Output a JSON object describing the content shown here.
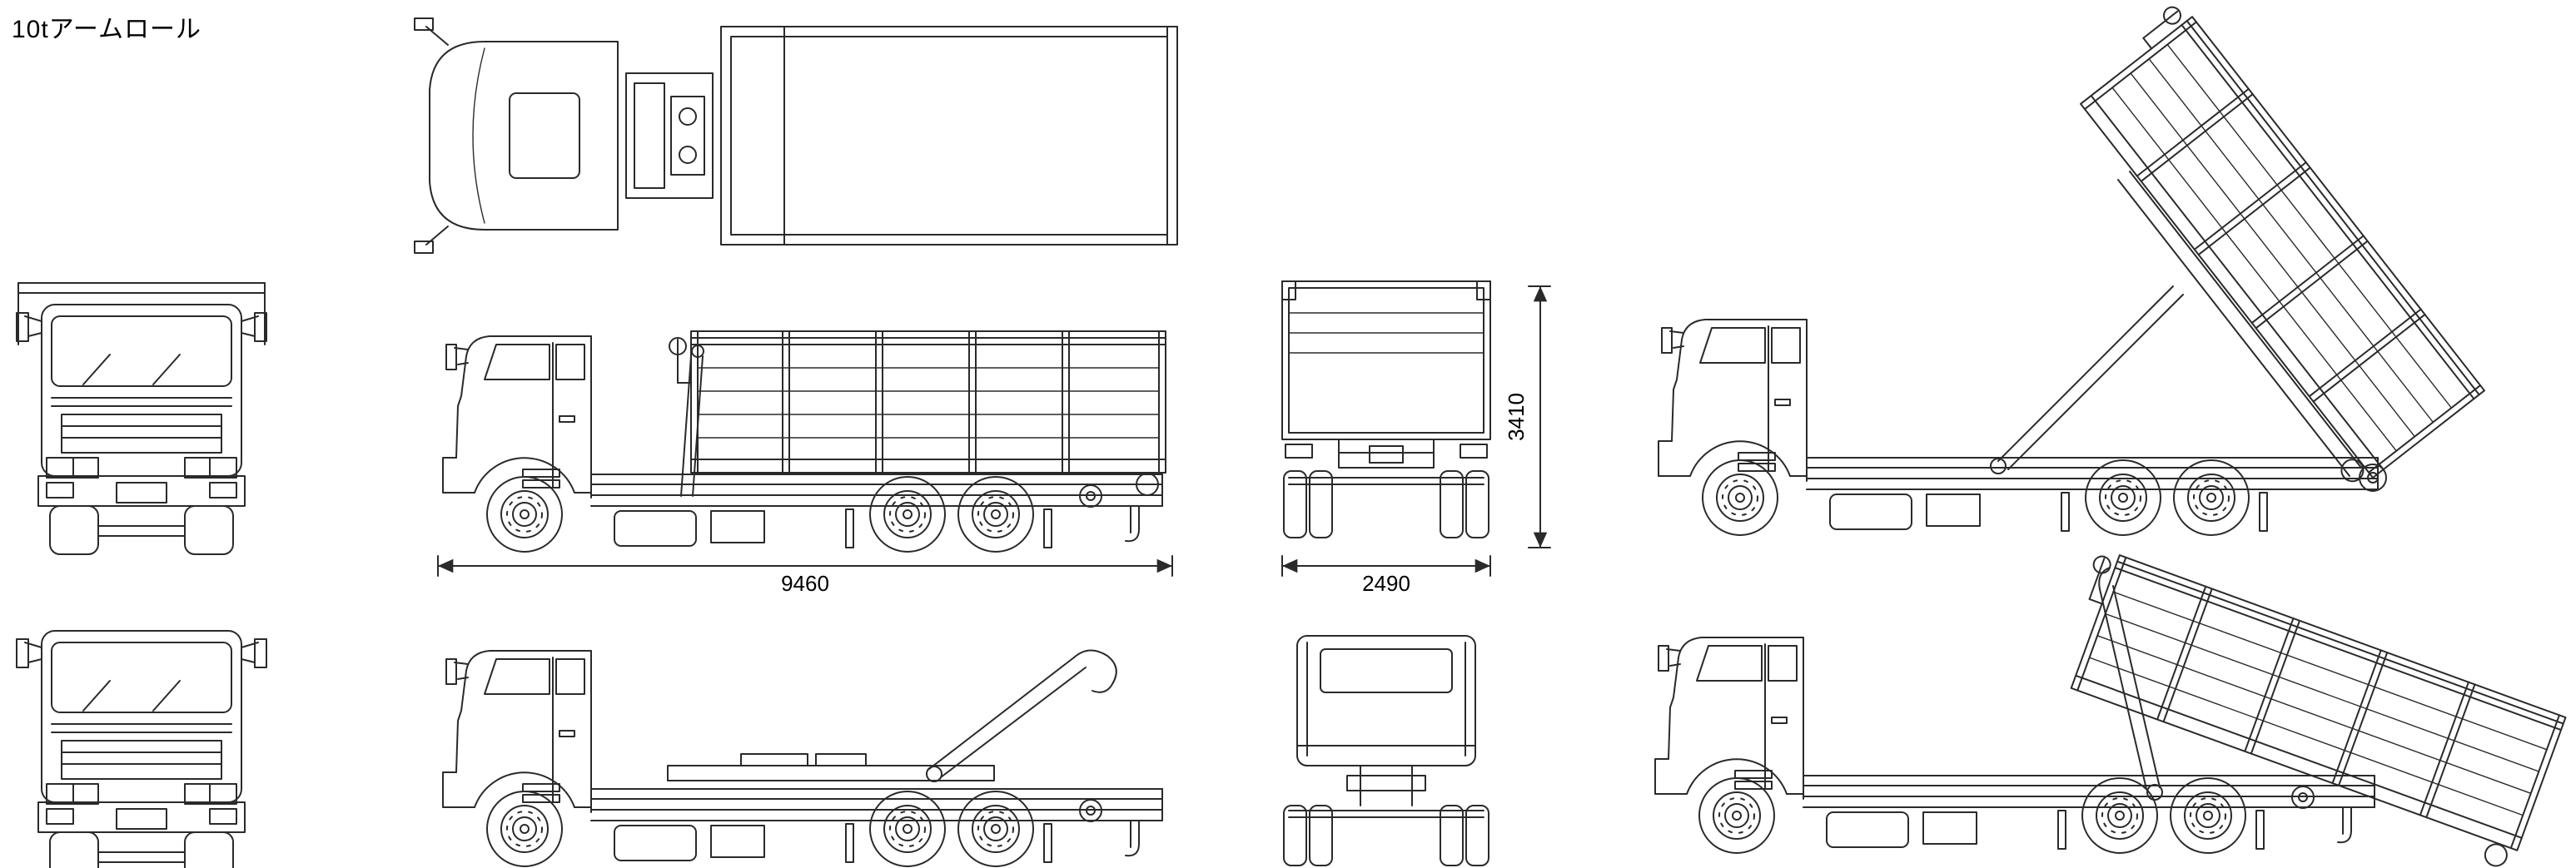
{
  "title": "10tアームロール",
  "dimensions": {
    "length": "9460",
    "width": "2490",
    "height": "3410"
  }
}
